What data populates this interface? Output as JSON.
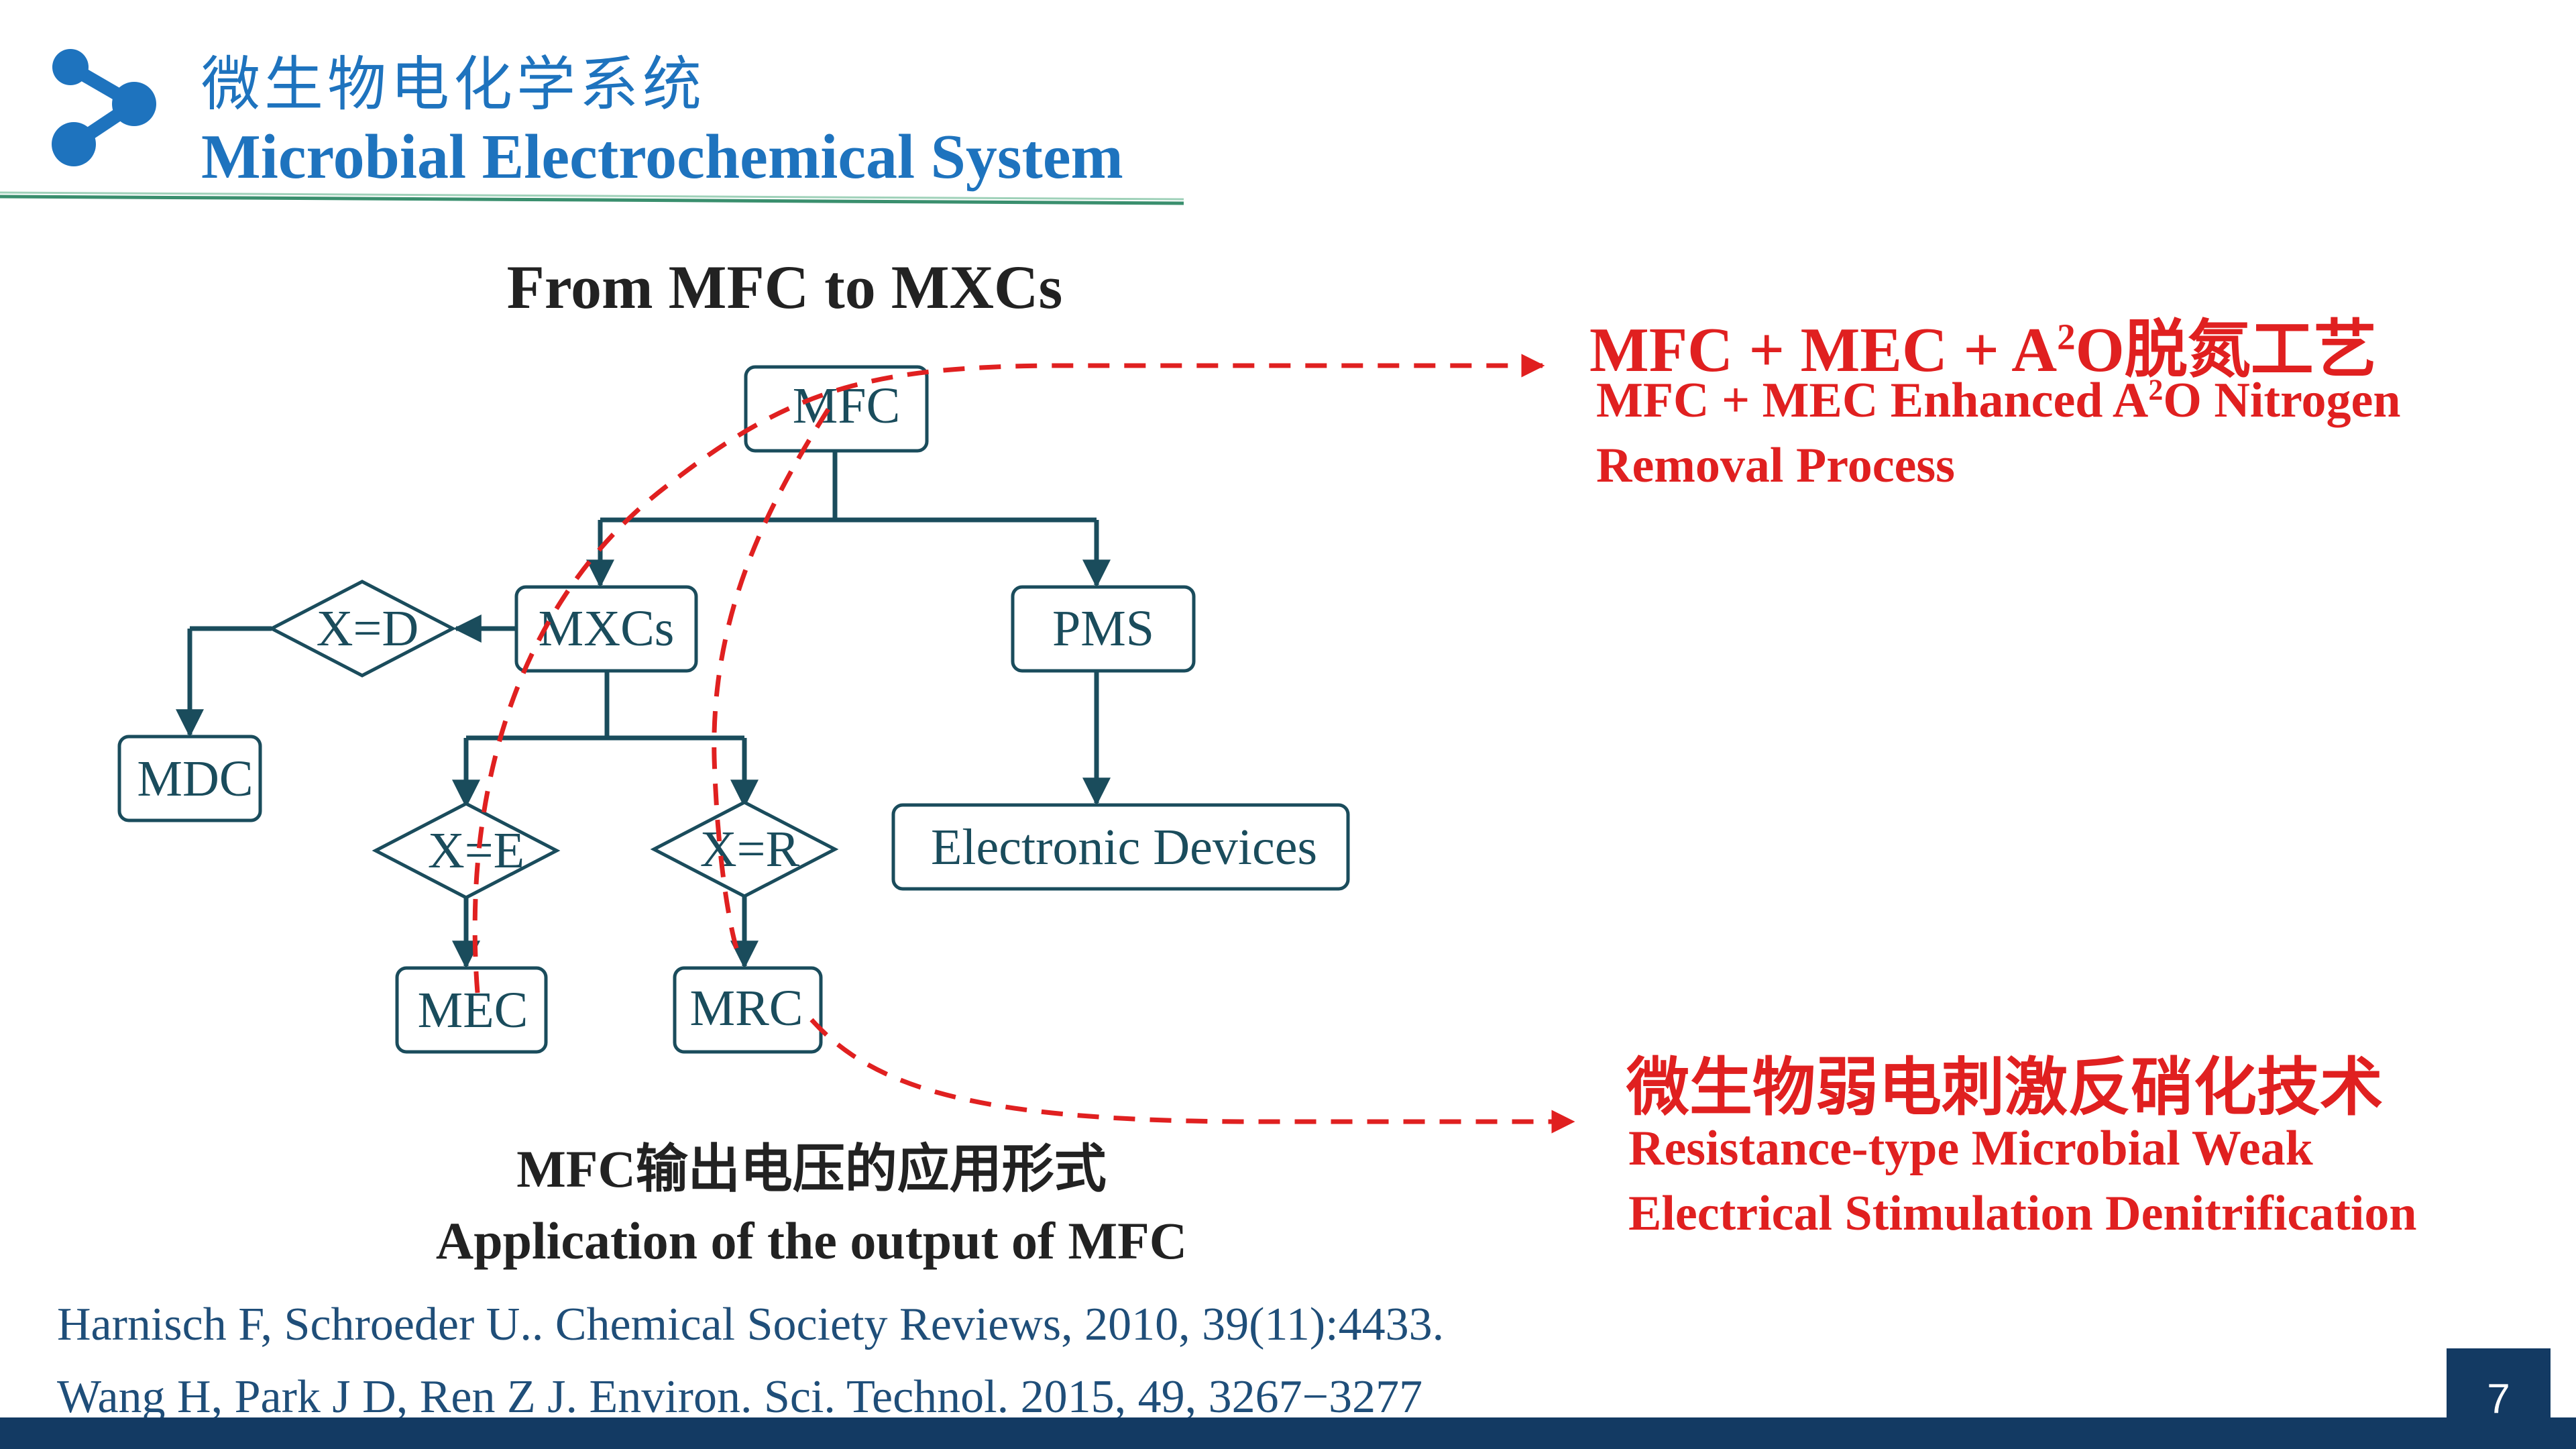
{
  "header": {
    "title_cn": "微生物电化学系统",
    "title_en": "Microbial Electrochemical System"
  },
  "diagram": {
    "title": "From MFC to MXCs",
    "nodes": {
      "mfc": "MFC",
      "mxcs": "MXCs",
      "pms": "PMS",
      "xd": "X=D",
      "mdc": "MDC",
      "xe": "X=E",
      "xr": "X=R",
      "electronic_devices": "Electronic Devices",
      "mec": "MEC",
      "mrc": "MRC"
    },
    "caption_cn": "MFC输出电压的应用形式",
    "caption_en": "Application of the output of MFC"
  },
  "callouts": {
    "top_title_prefix": "MFC + MEC + A",
    "top_title_sup": "2",
    "top_title_suffix": "O脱氮工艺",
    "top_sub_line1_prefix": "MFC + MEC  Enhanced A",
    "top_sub_line1_sup": "2",
    "top_sub_line1_suffix": "O Nitrogen",
    "top_sub_line2": "Removal Process",
    "bottom_title": "微生物弱电刺激反硝化技术",
    "bottom_sub_line1": "Resistance-type  Microbial Weak",
    "bottom_sub_line2": "Electrical Stimulation Denitrification"
  },
  "references": [
    "Harnisch F, Schroeder U.. Chemical Society Reviews, 2010, 39(11):4433.",
    "Wang H, Park J D, Ren Z J. Environ. Sci. Technol. 2015, 49, 3267−3277"
  ],
  "page_number": "7",
  "colors": {
    "accent_blue": "#1e73be",
    "node_teal": "#1a4c5c",
    "callout_red": "#e02020",
    "footer_navy": "#133a63"
  }
}
